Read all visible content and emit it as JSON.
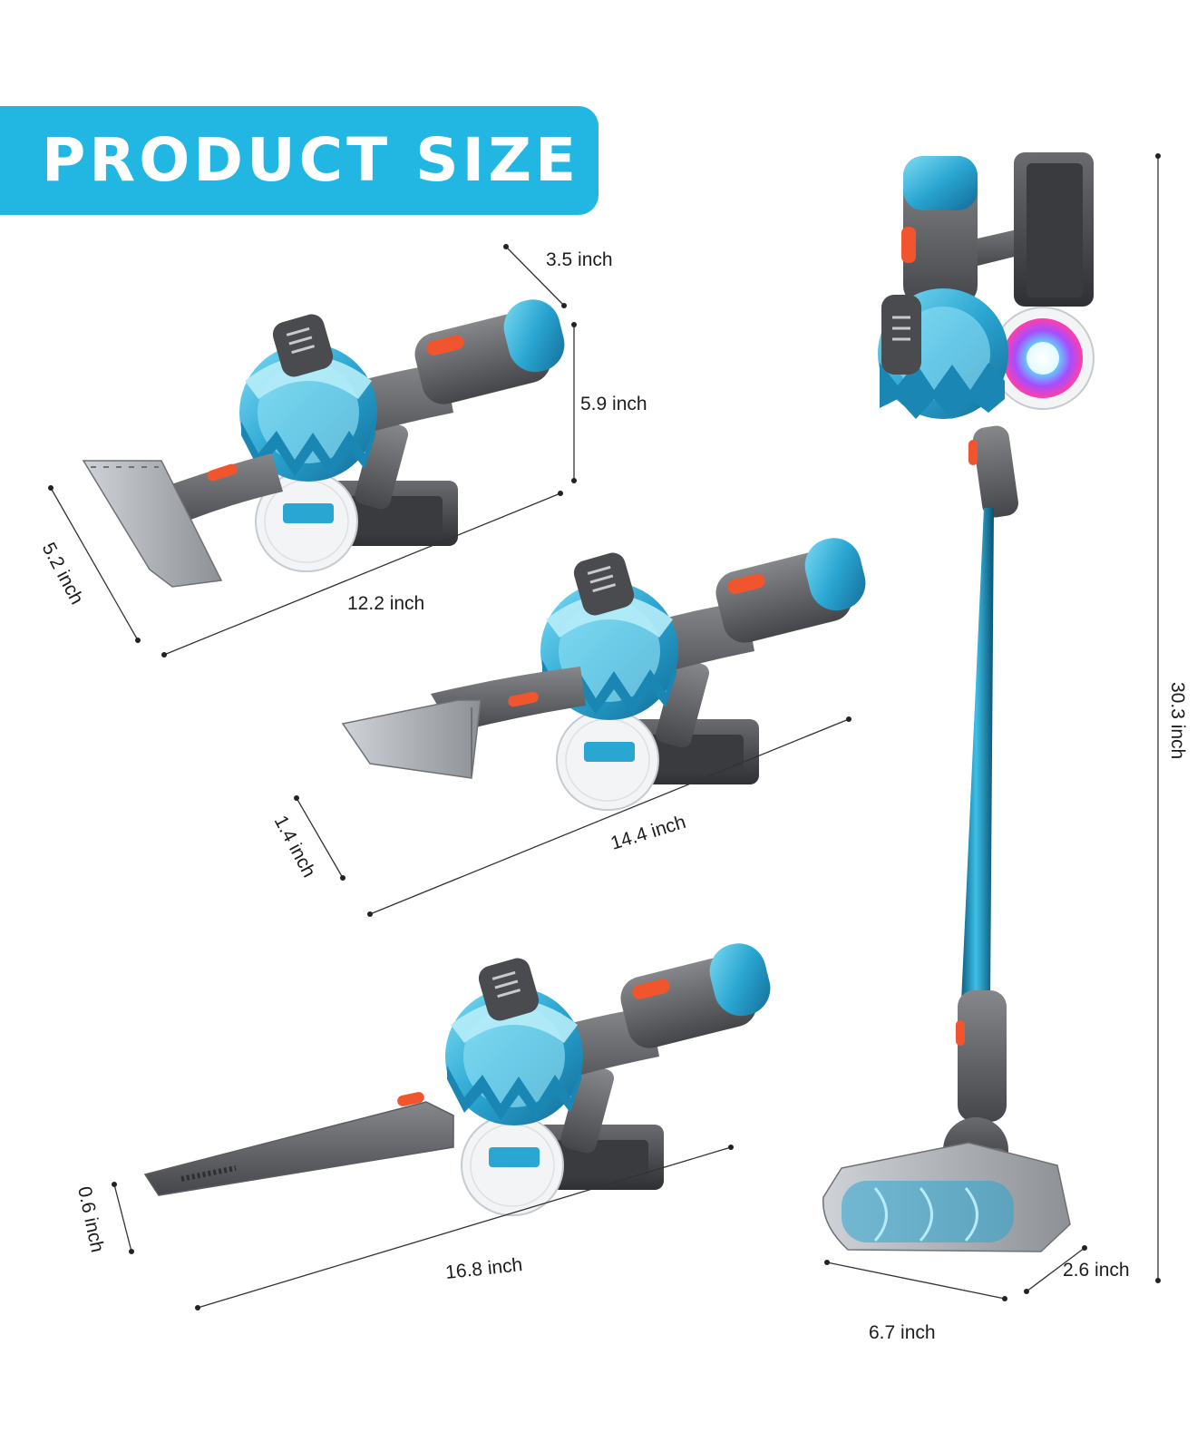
{
  "header": {
    "title": "PRODUCT SIZE"
  },
  "colors": {
    "banner": "#22b6e2",
    "accent_blue": "#2aa6d2",
    "body_gray": "#5f6064",
    "button_orange": "#f0552e"
  },
  "dimensions": {
    "crevice_tool": {
      "depth": "3.5 inch",
      "height": "5.9 inch",
      "width": "5.2 inch",
      "length": "12.2 inch"
    },
    "wide_tool": {
      "height": "1.4 inch",
      "length": "14.4 inch"
    },
    "long_crevice_tool": {
      "height": "0.6 inch",
      "length": "16.8 inch"
    },
    "stick_vacuum": {
      "height": "30.3 inch",
      "head_width": "6.7 inch",
      "head_depth": "2.6 inch"
    }
  }
}
